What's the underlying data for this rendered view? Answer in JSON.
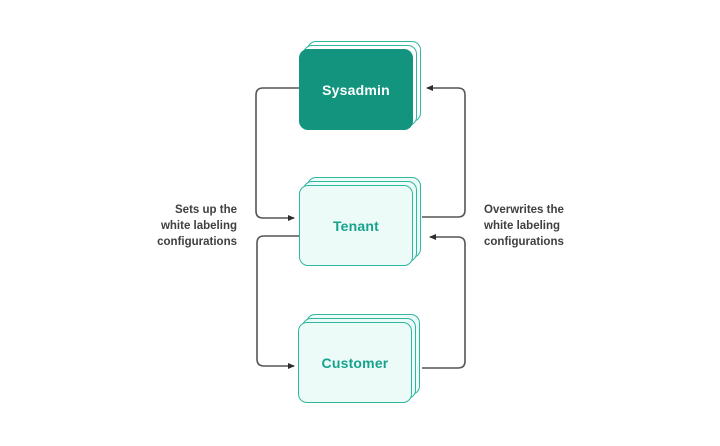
{
  "diagram": {
    "type": "flowchart",
    "nodes": [
      {
        "id": "sysadmin",
        "label": "Sysadmin",
        "variant": "solid"
      },
      {
        "id": "tenant",
        "label": "Tenant",
        "variant": "outline"
      },
      {
        "id": "customer",
        "label": "Customer",
        "variant": "outline"
      }
    ],
    "edges": [
      {
        "from": "Sysadmin",
        "to": "Tenant",
        "side": "left",
        "direction": "down"
      },
      {
        "from": "Tenant",
        "to": "Customer",
        "side": "left",
        "direction": "down"
      },
      {
        "from": "Tenant",
        "to": "Sysadmin",
        "side": "right",
        "direction": "up"
      },
      {
        "from": "Customer",
        "to": "Tenant",
        "side": "right",
        "direction": "up"
      }
    ],
    "annotations": {
      "left": {
        "lines": [
          "Sets up the",
          "white labeling",
          "configurations"
        ]
      },
      "right": {
        "lines": [
          "Overwrites the",
          "white labeling",
          "configurations"
        ]
      }
    },
    "colors": {
      "background": "#ffffff",
      "node_solid_fill": "#12947e",
      "node_outline_fill": "#ecfbf8",
      "node_border": "#2fb7a0",
      "node_text_teal": "#16a38e",
      "node_text_white": "#ffffff",
      "connector": "#555555",
      "arrowhead": "#2e2e2e",
      "annotation_text": "#404040"
    }
  }
}
